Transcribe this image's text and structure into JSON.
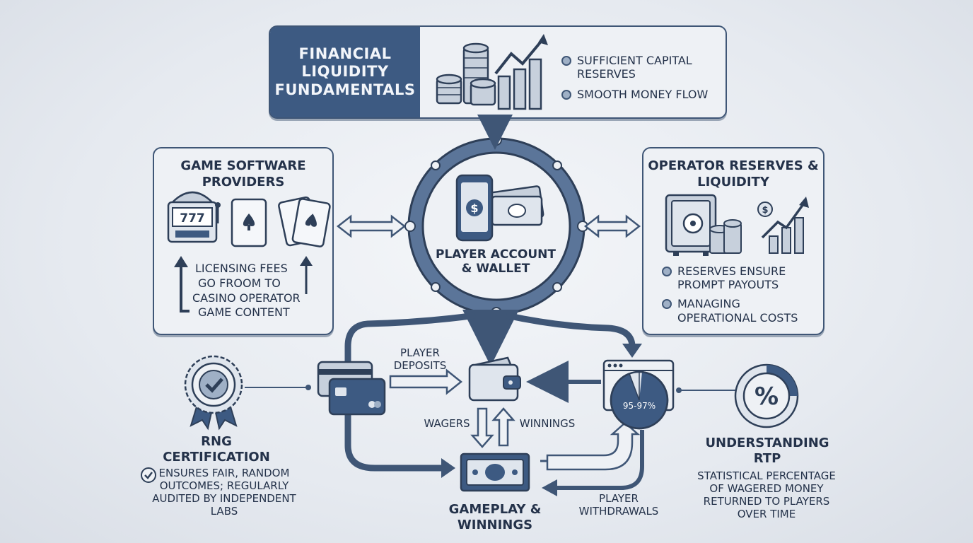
{
  "fundamentals": {
    "title": "FINANCIAL LIQUIDITY FUNDAMENTALS",
    "bullets": [
      "SUFFICIENT CAPITAL RESERVES",
      "SMOOTH MONEY FLOW"
    ]
  },
  "providers": {
    "title": "GAME SOFTWARE PROVIDERS",
    "slot_text": "777",
    "note": [
      "LICENSING FEES",
      "GO FROOM TO",
      "CASINO OPERATOR",
      "GAME CONTENT"
    ]
  },
  "wallet": {
    "label": "PLAYER ACCOUNT & WALLET"
  },
  "operator": {
    "title": "OPERATOR RESERVES & LIQUIDITY",
    "bullets": [
      "RESERVES ENSURE PROMPT PAYOUTS",
      "MANAGING OPERATIONAL COSTS"
    ]
  },
  "flows": {
    "player_deposits": "PLAYER DEPOSITS",
    "wagers": "WAGERS",
    "winnings": "WINNINGS",
    "player_withdrawals": "PLAYER WITHDRAWALS",
    "gameplay": "GAMEPLAY & WINNINGS",
    "rtp_percent": "95-97%"
  },
  "rng": {
    "title": "RNG CERTIFICATION",
    "text": "ENSURES FAIR, RANDOM OUTCOMES; REGULARLY AUDITED BY INDEPENDENT LABS"
  },
  "rtp": {
    "title": "UNDERSTANDING RTP",
    "icon_text": "%",
    "text": "STATISTICAL PERCENTAGE OF WAGERED MONEY RETURNED TO PLAYERS OVER TIME"
  },
  "colors": {
    "primary": "#3d5a82",
    "dark": "#2b3a4f",
    "light": "#eef1f5",
    "accent": "#5b7599"
  },
  "icons": [
    "coin-stack-icon",
    "growth-chart-icon",
    "slot-machine-icon",
    "playing-cards-icon",
    "phone-wallet-icon",
    "safe-icon",
    "credit-card-icon",
    "wallet-icon",
    "cash-icon",
    "pie-chart-icon",
    "certification-badge-icon",
    "percent-icon",
    "checkmark-icon"
  ]
}
